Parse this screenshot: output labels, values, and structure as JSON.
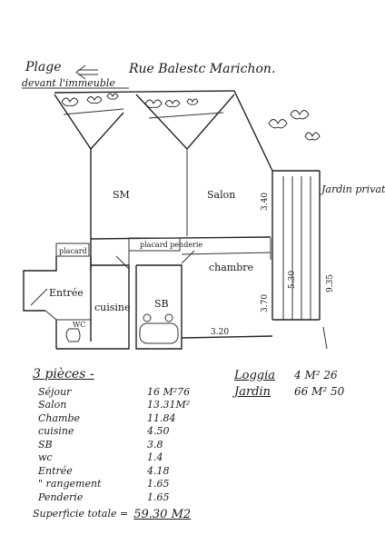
{
  "header": {
    "plage": "Plage",
    "devant": "devant l'immeuble",
    "street": "Rue   Balestc Marichon."
  },
  "rooms": {
    "sm": "SM",
    "salon": "Salon",
    "chambre": "chambre",
    "entree": "Entrée",
    "cuisine": "cuisine",
    "sb": "SB",
    "wc": "WC",
    "placard": "placard",
    "placard_penderie": "placard penderie",
    "jardin": "Jardin privatif"
  },
  "dimensions": {
    "d340": "3.40",
    "d370": "3.70",
    "d320": "3.20",
    "d530": "5.30",
    "d935": "9.35"
  },
  "areas": {
    "title": "3 pièces -",
    "rows": [
      {
        "name": "Séjour",
        "value": "16 M²76"
      },
      {
        "name": "Salon",
        "value": "13.31M²"
      },
      {
        "name": "Chambe",
        "value": "11.84"
      },
      {
        "name": "cuisine",
        "value": "4.50"
      },
      {
        "name": "SB",
        "value": "3.8"
      },
      {
        "name": "wc",
        "value": "1.4"
      },
      {
        "name": "Entrée",
        "value": "4.18"
      },
      {
        "name": "\"  rangement",
        "value": "1.65"
      },
      {
        "name": "Penderie",
        "value": "1.65"
      }
    ],
    "total_label": "Superficie totale =",
    "total_value": "59.30 M2"
  },
  "extras": [
    {
      "name": "Loggia",
      "value": "4 M² 26"
    },
    {
      "name": "Jardin",
      "value": "66 M² 50"
    }
  ]
}
